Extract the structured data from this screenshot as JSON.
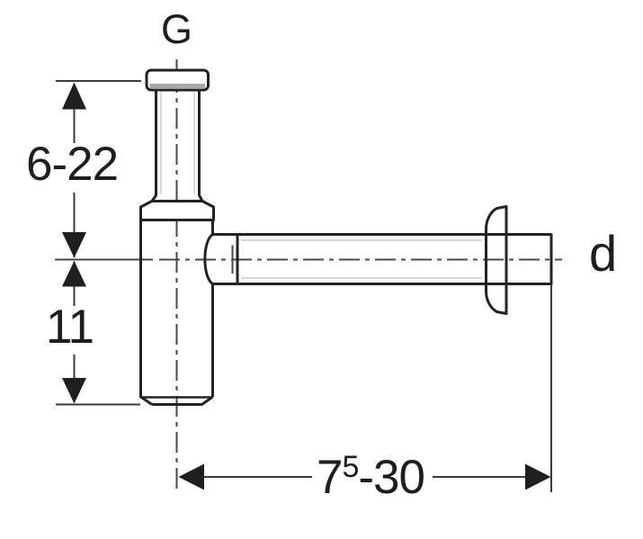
{
  "drawing": {
    "labels": {
      "inlet_thread": "G",
      "inlet_height_range": "6-22",
      "body_height": "11",
      "outlet_length_base": "7",
      "outlet_length_superscript": "5",
      "outlet_length_rest": "-30",
      "outlet_diameter": "d"
    },
    "colors": {
      "background": "#ffffff",
      "outline": "#232323",
      "dimension_lines": "#3a3a3a",
      "centerlines": "#474747",
      "arrowheads": "#1f1f1f",
      "shading": "#a9a9a9",
      "inner_highlight": "#cccccc"
    }
  }
}
